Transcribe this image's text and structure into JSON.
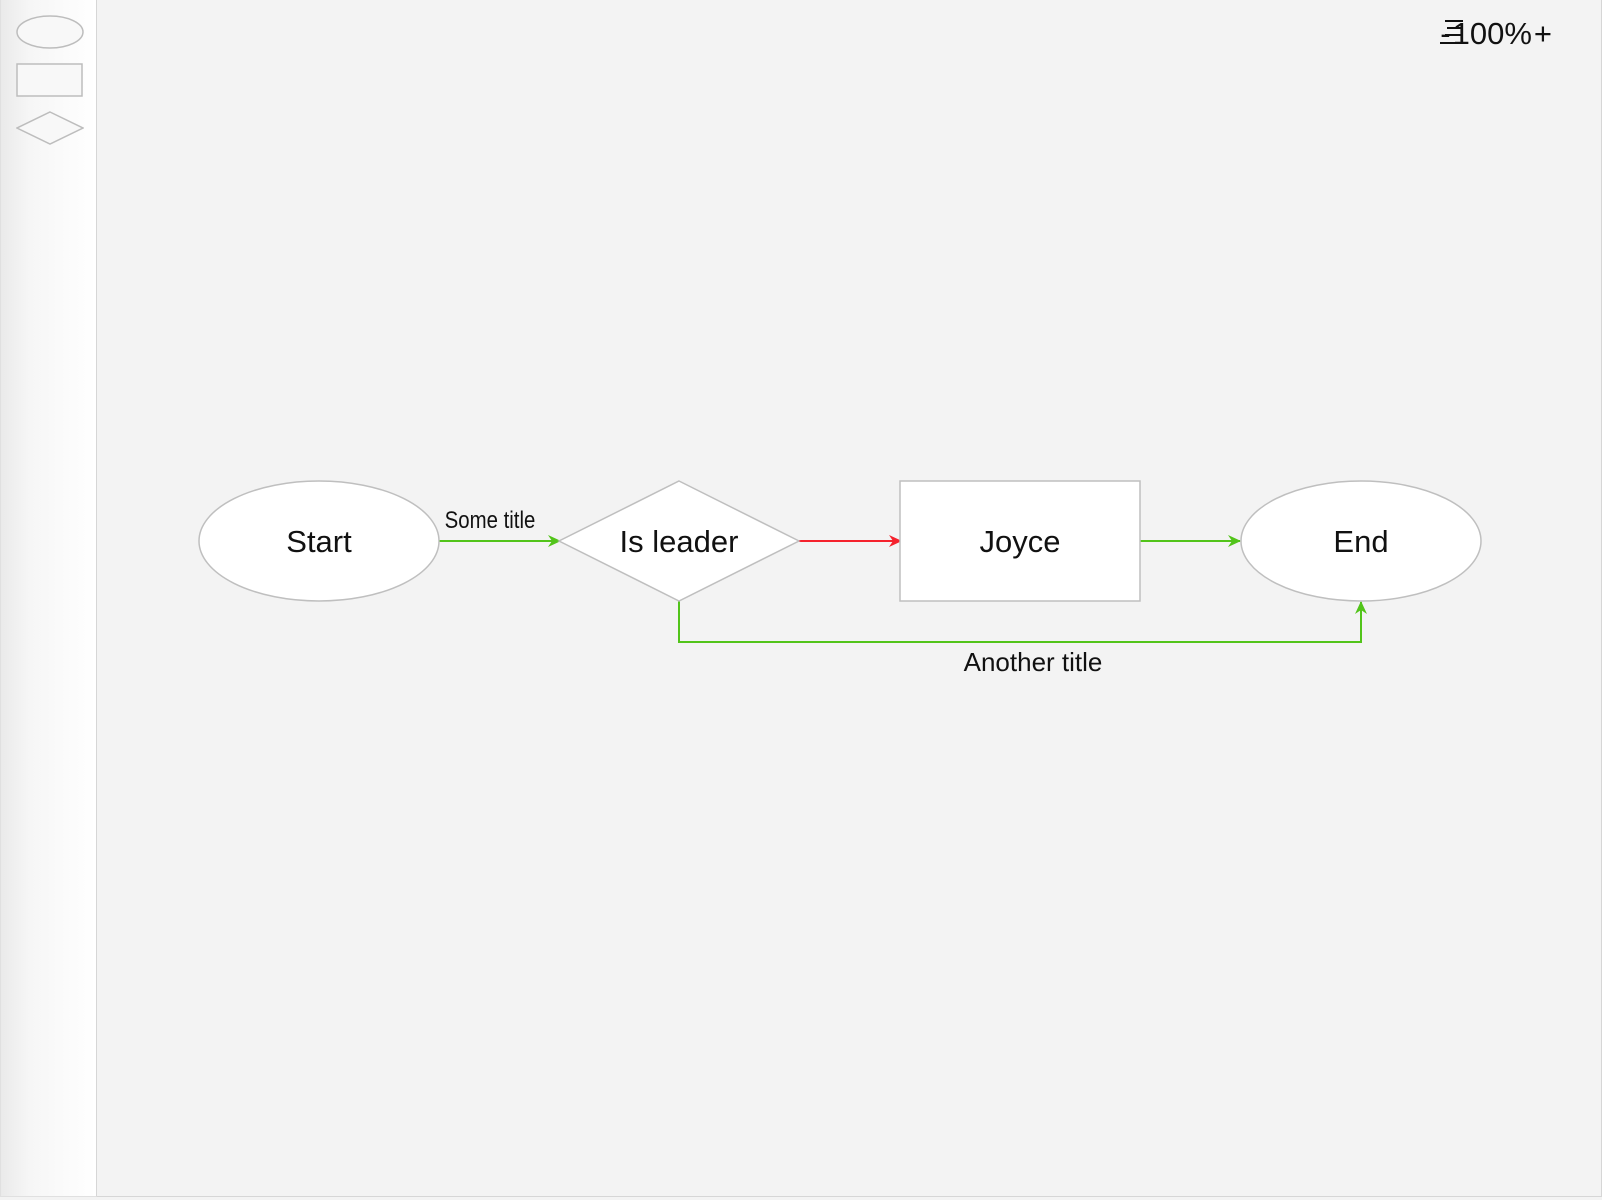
{
  "toolbox": {
    "tools": [
      {
        "name": "ellipse-tool",
        "icon": "ellipse-shape-icon"
      },
      {
        "name": "rectangle-tool",
        "icon": "rectangle-shape-icon"
      },
      {
        "name": "diamond-tool",
        "icon": "diamond-shape-icon"
      }
    ]
  },
  "zoom": {
    "minus": "-",
    "value": "100%",
    "plus": "+",
    "menu_icon": "menu-lines-icon"
  },
  "diagram": {
    "nodes": {
      "start": {
        "label": "Start",
        "shape": "ellipse"
      },
      "decision": {
        "label": "Is leader",
        "shape": "diamond"
      },
      "process": {
        "label": "Joyce",
        "shape": "rectangle"
      },
      "end": {
        "label": "End",
        "shape": "ellipse"
      }
    },
    "edges": [
      {
        "from": "Start",
        "to": "Is leader",
        "label": "Some title",
        "color": "#52c41a"
      },
      {
        "from": "Is leader",
        "to": "Joyce",
        "label": "",
        "color": "#f5222d"
      },
      {
        "from": "Joyce",
        "to": "End",
        "label": "",
        "color": "#52c41a"
      },
      {
        "from": "Is leader",
        "to": "End",
        "label": "Another title",
        "color": "#52c41a"
      }
    ]
  },
  "colors": {
    "canvas_bg": "#f3f3f3",
    "node_fill": "#ffffff",
    "node_stroke": "#bfbfbf",
    "success_edge": "#52c41a",
    "error_edge": "#f5222d"
  }
}
